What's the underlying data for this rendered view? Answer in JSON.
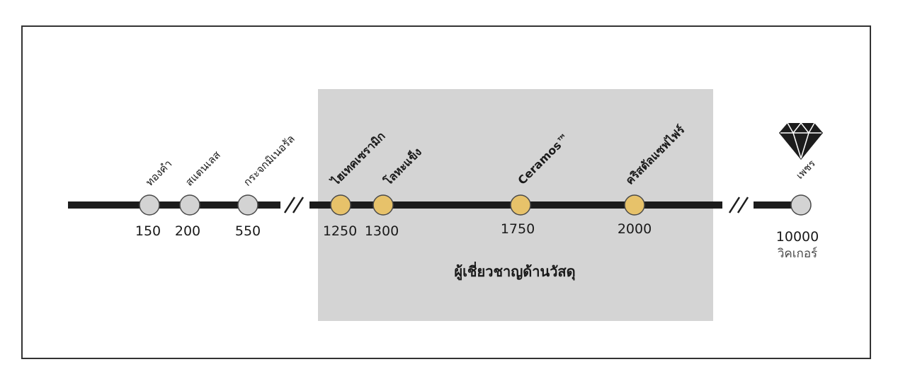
{
  "diagram": {
    "scale_unit": "วิคเกอร์",
    "highlight_label": "ผู้เชี่ยวชาญด้านวัสดุ",
    "colors": {
      "line": "#1c1c1c",
      "panel": "#d4d4d4",
      "dot_standard": "#d3d3d3",
      "dot_highlight": "#e7c26a",
      "dot_stroke": "#4a4a4a"
    },
    "materials": [
      {
        "name": "ทองคำ",
        "value": "150",
        "highlight": false
      },
      {
        "name": "สแตนเลส",
        "value": "200",
        "highlight": false
      },
      {
        "name": "กระจกมิเนอรัล",
        "value": "550",
        "highlight": false
      },
      {
        "name": "ไฮเทคเซรามิก",
        "value": "1250",
        "highlight": true
      },
      {
        "name": "โลหะแข็ง",
        "value": "1300",
        "highlight": true
      },
      {
        "name": "Ceramos™",
        "value": "1750",
        "highlight": true
      },
      {
        "name": "คริสตัลแซฟไฟร์",
        "value": "2000",
        "highlight": true
      },
      {
        "name": "เพชร",
        "value": "10000",
        "highlight": false,
        "icon": "diamond-icon"
      }
    ]
  }
}
